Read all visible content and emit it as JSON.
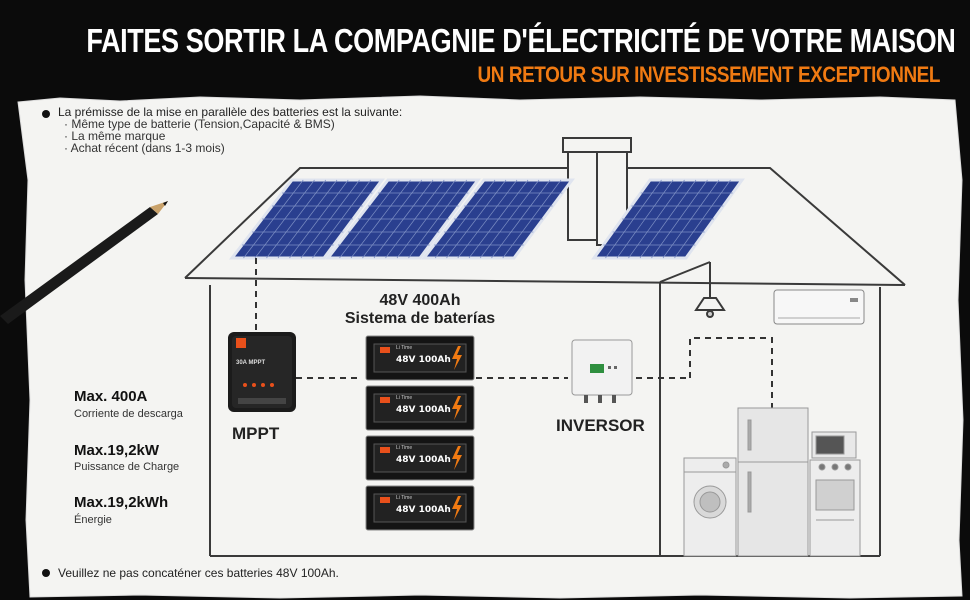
{
  "header": {
    "title": "FAITES SORTIR LA COMPAGNIE D'ÉLECTRICITÉ DE VOTRE MAISON",
    "subtitle": "UN RETOUR SUR INVESTISSEMENT EXCEPTIONNEL"
  },
  "premise": {
    "intro": "La prémisse de la mise en parallèle des batteries est la suivante:",
    "items": [
      "· Même type de batterie (Tension,Capacité & BMS)",
      "· La même marque",
      "· Achat récent (dans 1-3 mois)"
    ]
  },
  "system": {
    "line1": "48V 400Ah",
    "line2": "Sistema de baterías",
    "battery_label": "48V 100Ah",
    "battery_brand": "Li Time"
  },
  "mppt": {
    "label": "MPPT",
    "device_text": "30A MPPT"
  },
  "inverter": {
    "label": "INVERSOR"
  },
  "specs": [
    {
      "value": "Max. 400A",
      "label": "Corriente de descarga"
    },
    {
      "value": "Max.19,2kW",
      "label": "Puissance de Charge"
    },
    {
      "value": "Max.19,2kWh",
      "label": "Énergie"
    }
  ],
  "footer_note": "Veuillez ne pas concaténer ces batteries 48V 100Ah.",
  "colors": {
    "accent": "#f07a12",
    "panel": "#2a3f8f",
    "background": "#0b0b0b",
    "paper": "#f5f5f3"
  }
}
